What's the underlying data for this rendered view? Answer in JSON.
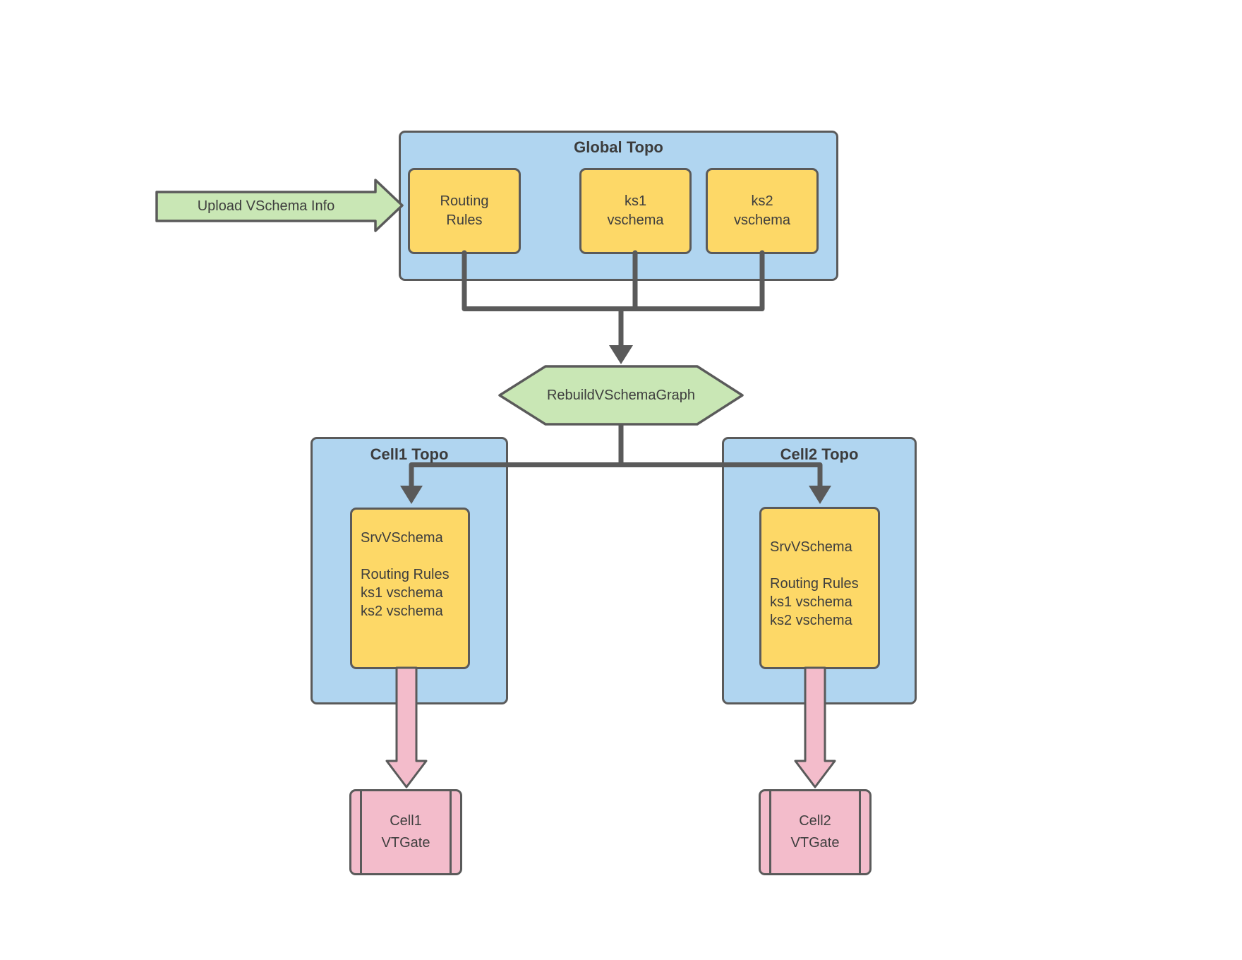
{
  "diagram": {
    "upload_arrow": {
      "label": "Upload VSchema Info"
    },
    "global_topo": {
      "title": "Global Topo",
      "routing_rules_box": {
        "line1": "Routing",
        "line2": "Rules"
      },
      "ks1_box": {
        "line1": "ks1",
        "line2": "vschema"
      },
      "ks2_box": {
        "line1": "ks2",
        "line2": "vschema"
      }
    },
    "rebuild_step": {
      "label": "RebuildVSchemaGraph"
    },
    "cell1": {
      "title": "Cell1 Topo",
      "srv_box": {
        "lines": [
          "SrvVSchema",
          "",
          "Routing Rules",
          "ks1 vschema",
          "ks2 vschema"
        ]
      },
      "vtgate": {
        "line1": "Cell1",
        "line2": "VTGate"
      }
    },
    "cell2": {
      "title": "Cell2 Topo",
      "srv_box": {
        "lines": [
          "SrvVSchema",
          "",
          "Routing Rules",
          "ks1 vschema",
          "ks2 vschema"
        ]
      },
      "vtgate": {
        "line1": "Cell2",
        "line2": "VTGate"
      }
    },
    "colors": {
      "container_blue": "#b0d5f0",
      "node_yellow": "#fdd867",
      "accent_green": "#c9e7b5",
      "accent_pink": "#f3bccb",
      "stroke_gray": "#5a5a5a",
      "text_dark": "#3e3e3e"
    }
  }
}
